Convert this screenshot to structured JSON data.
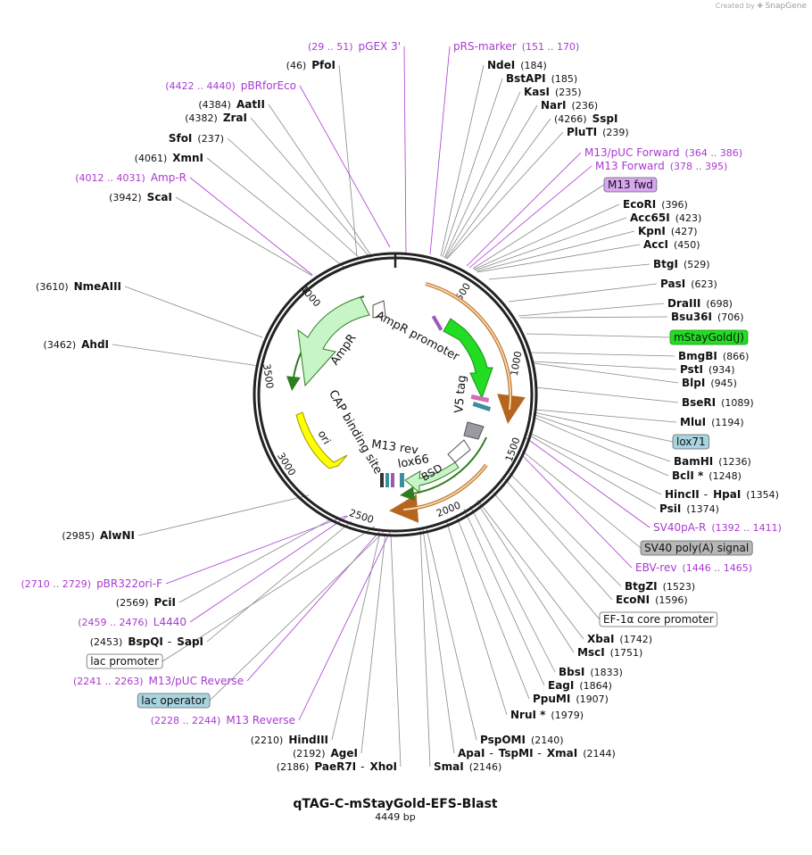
{
  "credit": {
    "prefix": "Created by",
    "brand": "SnapGene"
  },
  "plasmid": {
    "name": "qTAG-C-mStayGold-EFS-Blast",
    "length_label": "4449 bp"
  },
  "ticks": [
    "500",
    "1000",
    "1500",
    "2000",
    "2500",
    "3000",
    "3500",
    "4000"
  ],
  "features": [
    {
      "name": "mStayGold(J)",
      "color": "#22dd22"
    },
    {
      "name": "BSD",
      "color": "#c8f5c8"
    },
    {
      "name": "AmpR",
      "color": "#c8f5c8"
    },
    {
      "name": "AmpR promoter",
      "color": "#ffffff"
    },
    {
      "name": "ori",
      "color": "#ffff00"
    },
    {
      "name": "V5 tag",
      "color": "#3b8f9e"
    },
    {
      "name": "CAP binding site",
      "color": "#333333"
    },
    {
      "name": "M13 rev",
      "color": "#9b59b6"
    },
    {
      "name": "lox66",
      "color": "#3b8f9e"
    }
  ],
  "labels": [
    {
      "parts": [
        "(29 .. 51)",
        "pGEX 3'"
      ],
      "kind": "primer"
    },
    {
      "parts": [
        "pRS-marker",
        "(151 .. 170)"
      ],
      "kind": "primer"
    },
    {
      "parts": [
        "(46)",
        "PfoI"
      ],
      "kind": "enzyme"
    },
    {
      "parts": [
        "NdeI",
        "(184)"
      ],
      "kind": "enzyme"
    },
    {
      "parts": [
        "(4422 .. 4440)",
        "pBRforEco"
      ],
      "kind": "primer"
    },
    {
      "parts": [
        "BstAPI",
        "(185)"
      ],
      "kind": "enzyme"
    },
    {
      "parts": [
        "(4384)",
        "AatII"
      ],
      "kind": "enzyme"
    },
    {
      "parts": [
        "KasI",
        "(235)"
      ],
      "kind": "enzyme"
    },
    {
      "parts": [
        "(4382)",
        "ZraI"
      ],
      "kind": "enzyme"
    },
    {
      "parts": [
        "NarI",
        "(236)"
      ],
      "kind": "enzyme"
    },
    {
      "parts": [
        "SfoI",
        "(237)"
      ],
      "kind": "enzyme"
    },
    {
      "parts": [
        "(4266)",
        "SspI"
      ],
      "kind": "enzyme"
    },
    {
      "parts": [
        "PluTI",
        "(239)"
      ],
      "kind": "enzyme"
    },
    {
      "parts": [
        "(4061)",
        "XmnI"
      ],
      "kind": "enzyme"
    },
    {
      "parts": [
        "M13/pUC Forward",
        "(364 .. 386)"
      ],
      "kind": "primer"
    },
    {
      "parts": [
        "M13 Forward",
        "(378 .. 395)"
      ],
      "kind": "primer"
    },
    {
      "parts": [
        "(4012 .. 4031)",
        "Amp-R"
      ],
      "kind": "primer"
    },
    {
      "parts": [
        "M13 fwd"
      ],
      "kind": "box-violet"
    },
    {
      "parts": [
        "(3942)",
        "ScaI"
      ],
      "kind": "enzyme"
    },
    {
      "parts": [
        "EcoRI",
        "(396)"
      ],
      "kind": "enzyme"
    },
    {
      "parts": [
        "Acc65I",
        "(423)"
      ],
      "kind": "enzyme"
    },
    {
      "parts": [
        "KpnI",
        "(427)"
      ],
      "kind": "enzyme"
    },
    {
      "parts": [
        "AccI",
        "(450)"
      ],
      "kind": "enzyme"
    },
    {
      "parts": [
        "BtgI",
        "(529)"
      ],
      "kind": "enzyme"
    },
    {
      "parts": [
        "PasI",
        "(623)"
      ],
      "kind": "enzyme"
    },
    {
      "parts": [
        "(3610)",
        "NmeAIII"
      ],
      "kind": "enzyme"
    },
    {
      "parts": [
        "DraIII",
        "(698)"
      ],
      "kind": "enzyme"
    },
    {
      "parts": [
        "Bsu36I",
        "(706)"
      ],
      "kind": "enzyme"
    },
    {
      "parts": [
        "mStayGold(J)"
      ],
      "kind": "box-green"
    },
    {
      "parts": [
        "(3462)",
        "AhdI"
      ],
      "kind": "enzyme"
    },
    {
      "parts": [
        "BmgBI",
        "(866)"
      ],
      "kind": "enzyme"
    },
    {
      "parts": [
        "PstI",
        "(934)"
      ],
      "kind": "enzyme"
    },
    {
      "parts": [
        "BlpI",
        "(945)"
      ],
      "kind": "enzyme"
    },
    {
      "parts": [
        "BseRI",
        "(1089)"
      ],
      "kind": "enzyme"
    },
    {
      "parts": [
        "MluI",
        "(1194)"
      ],
      "kind": "enzyme"
    },
    {
      "parts": [
        "lox71"
      ],
      "kind": "box-teal"
    },
    {
      "parts": [
        "BamHI",
        "(1236)"
      ],
      "kind": "enzyme"
    },
    {
      "parts": [
        "BclI *",
        "(1248)"
      ],
      "kind": "enzyme"
    },
    {
      "parts": [
        "HincII",
        "-",
        "HpaI",
        "(1354)"
      ],
      "kind": "enzyme"
    },
    {
      "parts": [
        "PsiI",
        "(1374)"
      ],
      "kind": "enzyme"
    },
    {
      "parts": [
        "SV40pA-R",
        "(1392 .. 1411)"
      ],
      "kind": "primer"
    },
    {
      "parts": [
        "SV40 poly(A) signal"
      ],
      "kind": "box-gray"
    },
    {
      "parts": [
        "(2985)",
        "AlwNI"
      ],
      "kind": "enzyme"
    },
    {
      "parts": [
        "EBV-rev",
        "(1446 .. 1465)"
      ],
      "kind": "primer"
    },
    {
      "parts": [
        "(2710 .. 2729)",
        "pBR322ori-F"
      ],
      "kind": "primer"
    },
    {
      "parts": [
        "BtgZI",
        "(1523)"
      ],
      "kind": "enzyme"
    },
    {
      "parts": [
        "(2569)",
        "PciI"
      ],
      "kind": "enzyme"
    },
    {
      "parts": [
        "EcoNI",
        "(1596)"
      ],
      "kind": "enzyme"
    },
    {
      "parts": [
        "(2459 .. 2476)",
        "L4440"
      ],
      "kind": "primer"
    },
    {
      "parts": [
        "EF-1α core promoter"
      ],
      "kind": "box-white"
    },
    {
      "parts": [
        "(2453)",
        "BspQI",
        "-",
        "SapI"
      ],
      "kind": "enzyme"
    },
    {
      "parts": [
        "XbaI",
        "(1742)"
      ],
      "kind": "enzyme"
    },
    {
      "parts": [
        "MscI",
        "(1751)"
      ],
      "kind": "enzyme"
    },
    {
      "parts": [
        "lac promoter"
      ],
      "kind": "box-white"
    },
    {
      "parts": [
        "BbsI",
        "(1833)"
      ],
      "kind": "enzyme"
    },
    {
      "parts": [
        "(2241 .. 2263)",
        "M13/pUC Reverse"
      ],
      "kind": "primer"
    },
    {
      "parts": [
        "EagI",
        "(1864)"
      ],
      "kind": "enzyme"
    },
    {
      "parts": [
        "lac operator"
      ],
      "kind": "box-teal"
    },
    {
      "parts": [
        "PpuMI",
        "(1907)"
      ],
      "kind": "enzyme"
    },
    {
      "parts": [
        "NruI *",
        "(1979)"
      ],
      "kind": "enzyme"
    },
    {
      "parts": [
        "(2228 .. 2244)",
        "M13 Reverse"
      ],
      "kind": "primer"
    },
    {
      "parts": [
        "(2210)",
        "HindIII"
      ],
      "kind": "enzyme"
    },
    {
      "parts": [
        "PspOMI",
        "(2140)"
      ],
      "kind": "enzyme"
    },
    {
      "parts": [
        "(2192)",
        "AgeI"
      ],
      "kind": "enzyme"
    },
    {
      "parts": [
        "ApaI",
        "-",
        "TspMI",
        "-",
        "XmaI",
        "(2144)"
      ],
      "kind": "enzyme"
    },
    {
      "parts": [
        "(2186)",
        "PaeR7I",
        "-",
        "XhoI"
      ],
      "kind": "enzyme"
    },
    {
      "parts": [
        "SmaI",
        "(2146)"
      ],
      "kind": "enzyme"
    }
  ]
}
